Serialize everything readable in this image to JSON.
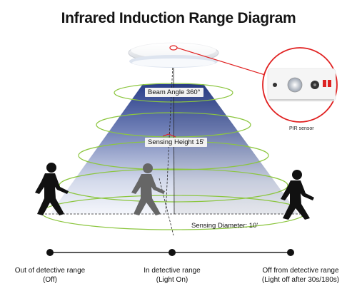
{
  "title": "Infrared Induction Range Diagram",
  "labels": {
    "beam_angle": "Beam Angle 360°",
    "sensing_height": "Sensing Height 15'",
    "sensing_diameter": "Sensing Diameter: 10'",
    "pir_sensor": "PIR sensor"
  },
  "states": [
    {
      "line1": "Out of detective range",
      "line2": "(Off)"
    },
    {
      "line1": "In detective range",
      "line2": "(Light On)"
    },
    {
      "line1": "Off from detective range",
      "line2": "(Light off after 30s/180s)"
    }
  ],
  "colors": {
    "ring": "#8cc63f",
    "cone_top": "#2b3f8a",
    "cone_bottom": "#eef1f8",
    "callout": "#e02020",
    "figure_dark": "#111111",
    "figure_grey": "#666666"
  },
  "icons": [
    "ceiling-light-icon",
    "pir-sensor-icon",
    "walking-person-icon"
  ]
}
